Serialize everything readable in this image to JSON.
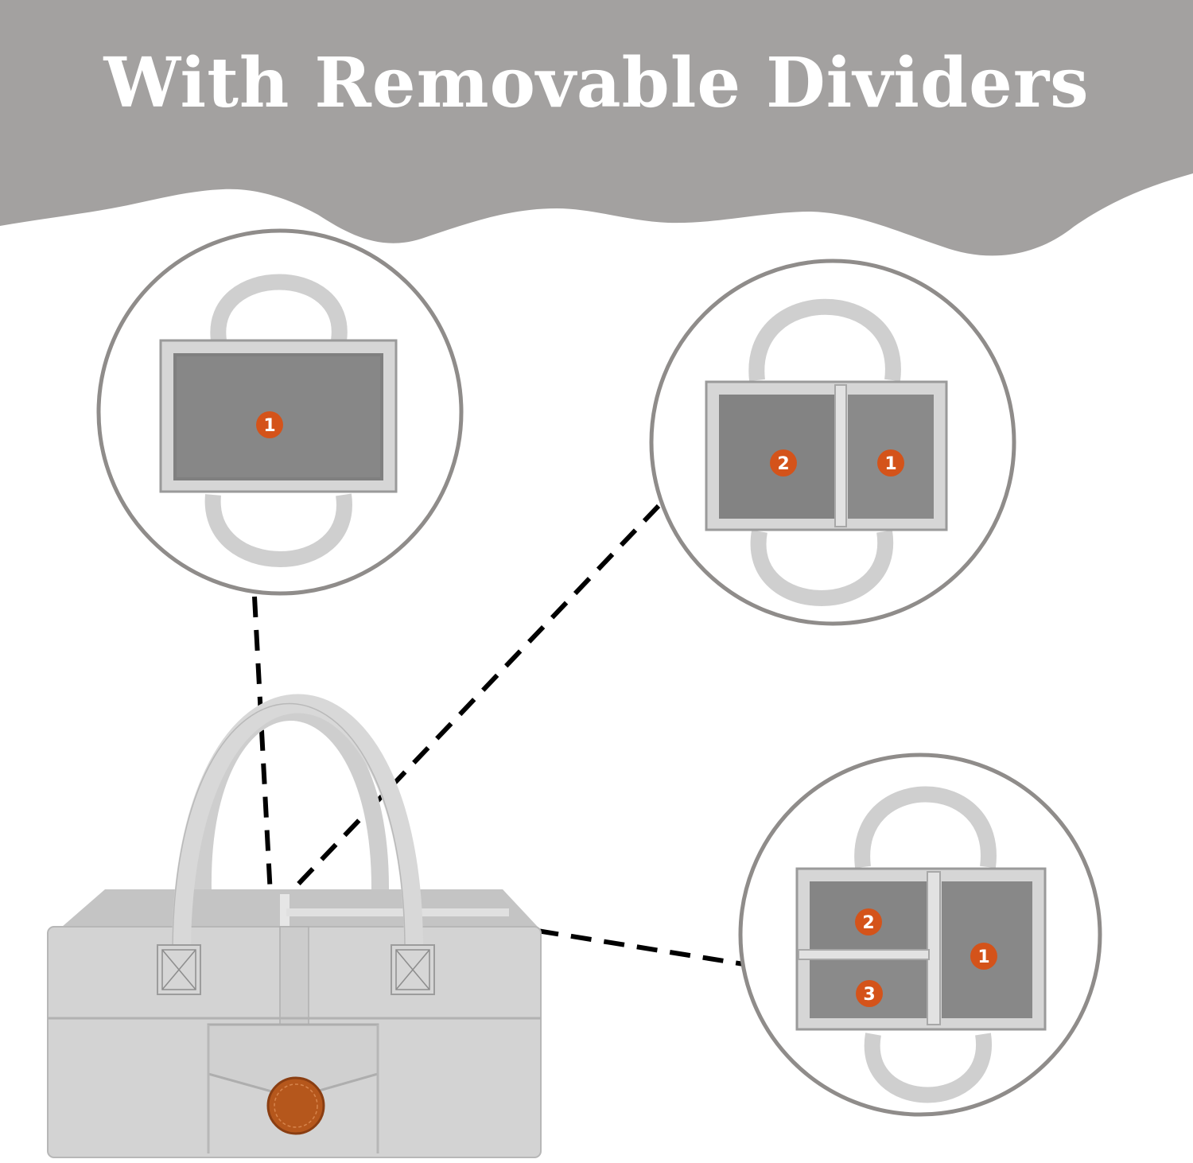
{
  "header": {
    "title": "With Removable Dividers"
  },
  "colors": {
    "banner": "#a3a1a0",
    "felt_light": "#d3d3d3",
    "felt_dark": "#7d7d7d",
    "badge": "#d4531a",
    "ring": "#8f8c8a",
    "leather_patch": "#b5571c"
  },
  "views": {
    "top_left": {
      "badges": [
        "1"
      ]
    },
    "top_right": {
      "badges": [
        "2",
        "1"
      ]
    },
    "bottom_right": {
      "badges": [
        "2",
        "3",
        "1"
      ]
    }
  }
}
